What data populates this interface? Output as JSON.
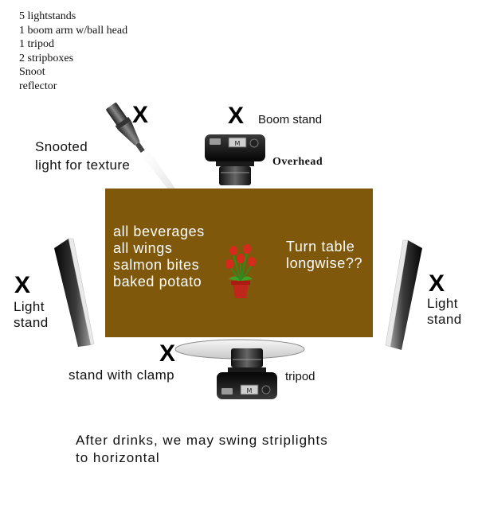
{
  "equipment_list": [
    "5 lightstands",
    "1 boom arm w/ball head",
    "1 tripod",
    "2 stripboxes",
    "Snoot",
    "reflector"
  ],
  "marks": {
    "x": "X"
  },
  "labels": {
    "boom_stand": "Boom stand",
    "snoot_line1": "Snooted",
    "snoot_line2": "light for texture",
    "overhead": "Overhead",
    "left_stand_line1": "Light",
    "left_stand_line2": "stand",
    "right_stand_line1": "Light",
    "right_stand_line2": "stand",
    "clamp_stand": "stand with clamp",
    "tripod": "tripod"
  },
  "table_items": [
    "all beverages",
    "all wings",
    "salmon bites",
    "baked potato"
  ],
  "table_note_line1": "Turn table",
  "table_note_line2": "longwise??",
  "footer_line1": "After drinks, we may swing striplights",
  "footer_line2": "to horizontal",
  "colors": {
    "table": "#80580b",
    "text_on_table": "#ffffff",
    "flower": "#d62a1c",
    "pot": "#c0271b",
    "leaf": "#2e8b1e"
  }
}
